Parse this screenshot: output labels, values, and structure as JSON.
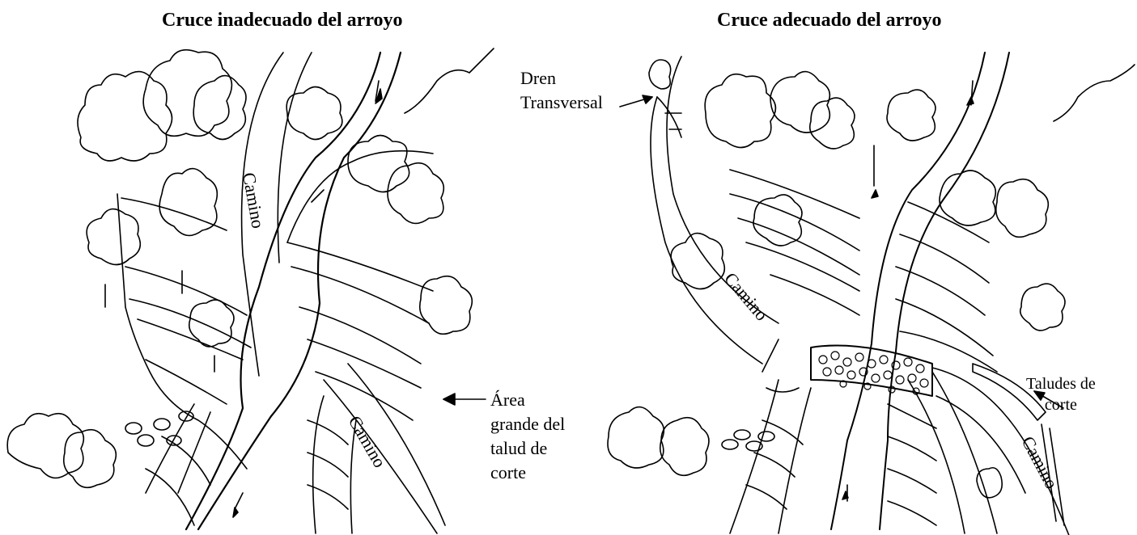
{
  "left_diagram": {
    "title": "Cruce inadecuado del arroyo",
    "road_label_upper": "Camino",
    "road_label_lower": "Camino",
    "callout": {
      "lines": [
        "Área",
        "grande del",
        "talud de",
        "corte"
      ]
    }
  },
  "right_diagram": {
    "title": "Cruce adecuado del arroyo",
    "road_label_upper": "Camino",
    "road_label_lower": "Camino",
    "callout_drain": {
      "lines": [
        "Dren",
        "Transversal"
      ]
    },
    "callout_slopes": {
      "lines": [
        "Taludes de",
        "corte"
      ]
    }
  }
}
